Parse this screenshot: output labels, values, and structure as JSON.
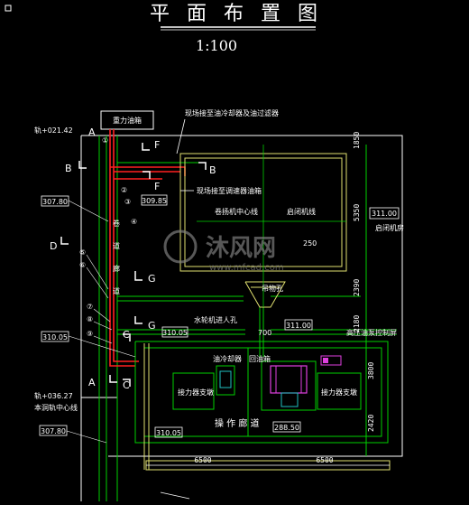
{
  "drawing": {
    "title": "平 面 布 置 图",
    "scale": "1:100"
  },
  "section_marks": {
    "a_top": "A",
    "a_bottom": "A",
    "b_left": "B",
    "b_right": "B",
    "c_mid": "C",
    "c_bottom": "C",
    "d_left": "D",
    "f_top": "F",
    "f_mid": "F",
    "g_mid": "G",
    "g_low": "G"
  },
  "elevations": {
    "top_left": "轨+021.42",
    "bottom_left": "轨+036.27",
    "bottom_left_note": "本洞轨中心线"
  },
  "level_tags": {
    "t307_80_upper": "307.80",
    "t309_85": "309.85",
    "t311_00_right": "311.00",
    "t310_05_left": "310.05",
    "t310_05_mid": "310.05",
    "t311_00_mid": "311.00",
    "t288_50": "288.50",
    "t310_05_low": "310.05",
    "t307_80_lower": "307.80"
  },
  "labels": {
    "oil_tank": "重力油箱",
    "note_top": "现场接至油冷却器及油过滤器",
    "note_mid": "现场接至调速器油箱",
    "hoist_center": "卷扬机中心线",
    "hoist": "启闭机线",
    "hoist_room": "启闭机房",
    "shaft": "吊物孔",
    "panel": "高压油泵控制屏",
    "pump_left": "接力器支墩",
    "pump_right": "接力器支墩",
    "cooler": "油冷却器",
    "filter": "回油箱",
    "corridor": "操 作 廊 道",
    "water_inlet": "水轮机进人孔",
    "dim_250": "250",
    "dim_700": "700",
    "dim_6500_l": "6500",
    "dim_6500_r": "6500",
    "dim_1850": "1850",
    "dim_5350": "5350",
    "dim_2390": "2390",
    "dim_2180": "2180",
    "dim_3800": "3800",
    "dim_2420": "2420"
  },
  "circle_marks": [
    "①",
    "②",
    "③",
    "④",
    "⑤",
    "⑥",
    "⑦",
    "⑧",
    "⑨"
  ],
  "watermark": {
    "cn": "沐风网",
    "url": "www.mfcad.com"
  },
  "colors": {
    "background": "#000000",
    "pipe_red": "#ff2020",
    "green": "#00d000",
    "yellow": "#e0e070",
    "white": "#ffffff",
    "magenta": "#e040e0",
    "cyan": "#20c0c0"
  }
}
